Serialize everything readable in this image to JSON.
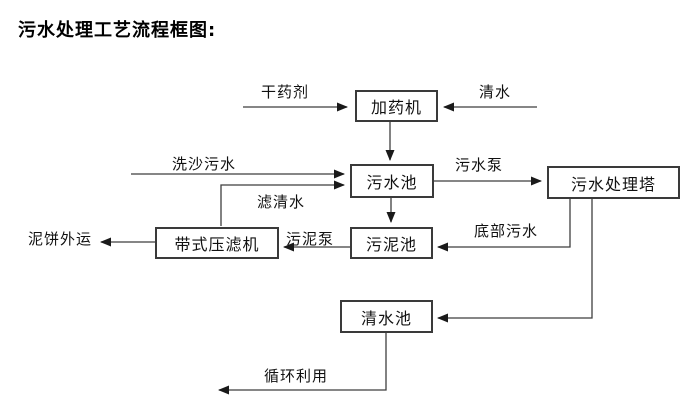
{
  "title": "污水处理工艺流程框图:",
  "nodes": {
    "dosing_machine": "加药机",
    "sewage_pool": "污水池",
    "treatment_tower": "污水处理塔",
    "belt_filter_press": "带式压滤机",
    "sludge_pool": "污泥池",
    "clean_water_pool": "清水池"
  },
  "flow_labels": {
    "dry_agent": "干药剂",
    "clean_water": "清水",
    "sand_washing_sewage": "洗沙污水",
    "filtered_water": "滤清水",
    "sewage_pump": "污水泵",
    "sludge_pump": "污泥泵",
    "bottom_sewage": "底部污水",
    "mud_cake_out": "泥饼外运",
    "recycle_use": "循环利用"
  },
  "edges": [
    {
      "from": "dry_agent_input",
      "to": "dosing_machine",
      "label": "干药剂"
    },
    {
      "from": "clean_water_input",
      "to": "dosing_machine",
      "label": "清水"
    },
    {
      "from": "dosing_machine",
      "to": "sewage_pool",
      "label": ""
    },
    {
      "from": "sand_washing_sewage_input",
      "to": "sewage_pool",
      "label": "洗沙污水"
    },
    {
      "from": "belt_filter_press",
      "to": "sewage_pool",
      "label": "滤清水"
    },
    {
      "from": "sewage_pool",
      "to": "treatment_tower",
      "label": "污水泵"
    },
    {
      "from": "sewage_pool",
      "to": "sludge_pool",
      "label": ""
    },
    {
      "from": "treatment_tower",
      "to": "sludge_pool",
      "label": "底部污水"
    },
    {
      "from": "sludge_pool",
      "to": "belt_filter_press",
      "label": "污泥泵"
    },
    {
      "from": "belt_filter_press",
      "to": "mud_cake_out",
      "label": "泥饼外运"
    },
    {
      "from": "treatment_tower",
      "to": "clean_water_pool",
      "label": ""
    },
    {
      "from": "clean_water_pool",
      "to": "recycle_use",
      "label": "循环利用"
    }
  ],
  "colors": {
    "background": "#ffffff",
    "line": "#3f3f3f",
    "box_border": "#3a3a3a",
    "text": "#111111"
  }
}
